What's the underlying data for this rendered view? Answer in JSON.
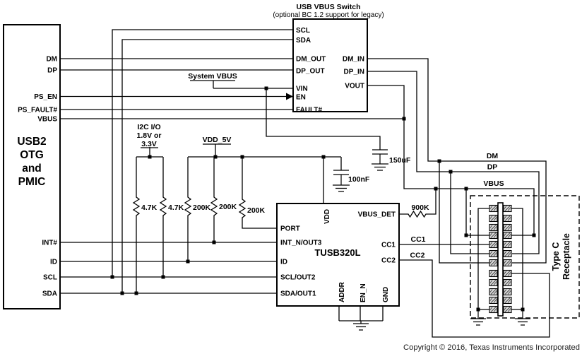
{
  "blocks": {
    "pmic": {
      "title_lines": [
        "USB2",
        "OTG",
        "and",
        "PMIC"
      ],
      "pins": {
        "dm": "DM",
        "dp": "DP",
        "ps_en": "PS_EN",
        "ps_fault": "PS_FAULT#",
        "vbus": "VBUS",
        "int": "INT#",
        "id": "ID",
        "scl": "SCL",
        "sda": "SDA"
      }
    },
    "vbus_switch": {
      "title": "USB VBUS Switch",
      "subtitle": "(optional BC 1.2 support for legacy)",
      "pins": {
        "scl": "SCL",
        "sda": "SDA",
        "dm_out": "DM_OUT",
        "dp_out": "DP_OUT",
        "vin": "VIN",
        "en": "EN",
        "fault": "FAULT#",
        "dm_in": "DM_IN",
        "dp_in": "DP_IN",
        "vout": "VOUT"
      }
    },
    "tusb": {
      "name": "TUSB320L",
      "pins": {
        "port": "PORT",
        "int_n": "INT_N/OUT3",
        "id": "ID",
        "scl": "SCL/OUT2",
        "sda": "SDA/OUT1",
        "vdd": "VDD",
        "vbus_det": "VBUS_DET",
        "cc1": "CC1",
        "cc2": "CC2",
        "addr": "ADDR",
        "en_n": "EN_N",
        "gnd": "GND"
      }
    },
    "receptacle": {
      "label_line1": "Type C",
      "label_line2": "Receptacle",
      "pin_rows": 12
    }
  },
  "nets": {
    "system_vbus": "System VBUS",
    "i2c_line1": "I2C I/O",
    "i2c_line2": "1.8V or",
    "i2c_line3": "3.3V",
    "vdd5v": "VDD_5V",
    "dm": "DM",
    "dp": "DP",
    "vbus": "VBUS",
    "cc1": "CC1",
    "cc2": "CC2"
  },
  "values": {
    "r_sda": "4.7K",
    "r_scl": "4.7K",
    "r_id": "200K",
    "r_int": "200K",
    "r_port": "200K",
    "r_vbus_det": "900K",
    "c_vin": "150uF",
    "c_vdd": "100nF"
  },
  "footer": {
    "copyright": "Copyright © 2016, Texas Instruments Incorporated"
  },
  "colors": {
    "line": "#000000",
    "background": "#ffffff",
    "pin_fill": "#d9d9d9"
  }
}
